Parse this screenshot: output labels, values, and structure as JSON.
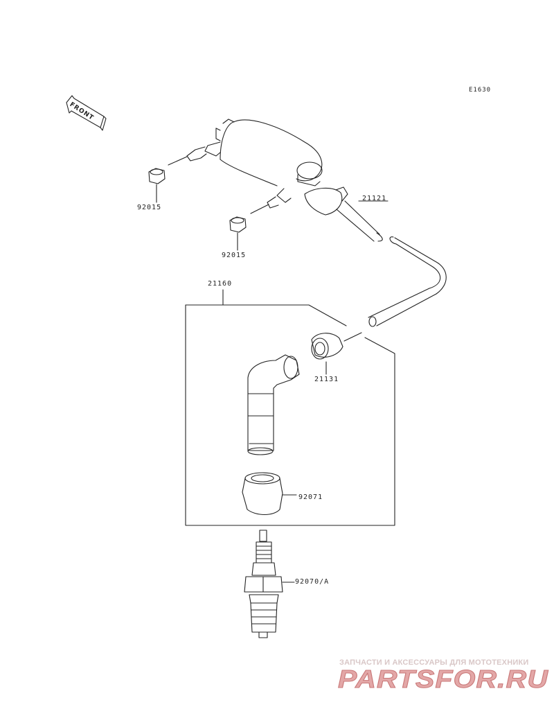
{
  "diagram": {
    "code": "E1630",
    "front_label": "FRONT",
    "parts": [
      {
        "number": "92015"
      },
      {
        "number": "92015"
      },
      {
        "number": "21121"
      },
      {
        "number": "21160"
      },
      {
        "number": "21131"
      },
      {
        "number": "92071"
      },
      {
        "number": "92070/A"
      }
    ]
  },
  "watermark": {
    "tagline": "ЗАПЧАСТИ И АКСЕССУАРЫ ДЛЯ МОТОТЕХНИКИ",
    "logo_text": "PARTSFOR.RU",
    "color": "#e3a7a7"
  }
}
